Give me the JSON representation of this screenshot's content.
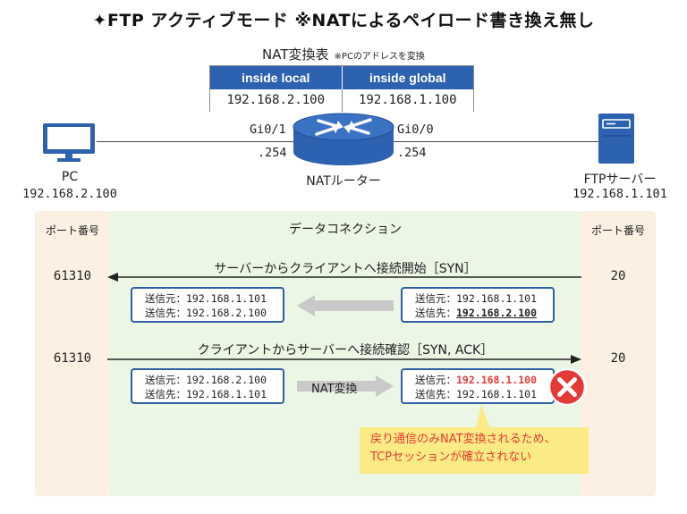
{
  "title": "✦FTP アクティブモード ※NATによるペイロード書き換え無し",
  "nat": {
    "caption": "NAT変換表",
    "note": "※PCのアドレスを変換",
    "headers": [
      "inside local",
      "inside global"
    ],
    "row": [
      "192.168.2.100",
      "192.168.1.100"
    ]
  },
  "topology": {
    "pc_name": "PC",
    "pc_ip": "192.168.2.100",
    "router_name": "NATルーター",
    "if_left": "Gi0/1",
    "if_right": "Gi0/0",
    "host_left": ".254",
    "host_right": ".254",
    "server_name": "FTPサーバー",
    "server_ip": "192.168.1.101"
  },
  "flow": {
    "port_header": "ポート番号",
    "data_header": "データコネクション",
    "msg1": "サーバーからクライアントへ接続開始［SYN］",
    "msg2": "クライアントからサーバーへ接続確認［SYN, ACK］",
    "client_port": "61310",
    "server_port": "20",
    "src_label": "送信元：",
    "dst_label": "送信先：",
    "p1_left_src": "192.168.1.101",
    "p1_left_dst": "192.168.2.100",
    "p1_right_src": "192.168.1.101",
    "p1_right_dst": "192.168.2.100",
    "p2_left_src": "192.168.2.100",
    "p2_left_dst": "192.168.1.101",
    "p2_right_src": "192.168.1.100",
    "p2_right_dst": "192.168.1.101",
    "nat_label": "NAT変換",
    "callout_line1": "戻り通信のみNAT変換されるため、",
    "callout_line2": "TCPセッションが確立されない"
  },
  "colors": {
    "accent_blue": "#2d62b0",
    "error_red": "#e53935",
    "callout_yellow": "#fbeb85",
    "port_col_bg": "#fbf0e2",
    "data_bg": "#ebf6e4"
  }
}
